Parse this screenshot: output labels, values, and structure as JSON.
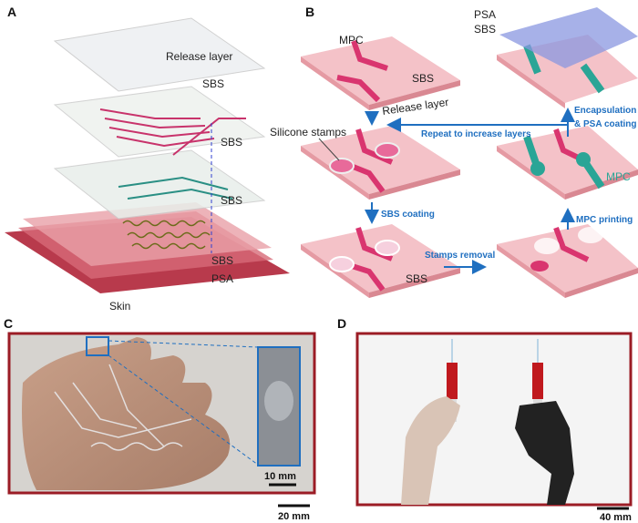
{
  "panels": {
    "a": {
      "label": "A",
      "layers": [
        "Release layer",
        "SBS",
        "SBS",
        "SBS",
        "SBS",
        "PSA",
        "Skin"
      ]
    },
    "b": {
      "label": "B",
      "texts": {
        "mpc_top": "MPC",
        "sbs1": "SBS",
        "release": "Release layer",
        "stamps": "Silicone stamps",
        "sbs_bottom": "SBS",
        "psa": "PSA",
        "sbs_top": "SBS",
        "mpc_green": "MPC"
      },
      "steps": {
        "repeat": "Repeat to increase layers",
        "sbs_coating": "SBS coating",
        "stamps_removal": "Stamps removal",
        "mpc_printing": "MPC printing",
        "encap1": "Encapsulation",
        "encap2": "& PSA coating"
      }
    },
    "c": {
      "label": "C",
      "inset_scale": "10 mm",
      "scale": "20 mm"
    },
    "d": {
      "label": "D",
      "scale": "40 mm"
    }
  },
  "colors": {
    "pink": "#f4c2c8",
    "magenta": "#d9356f",
    "teal": "#2aa596",
    "arrow": "#1f6fc0",
    "frame": "#9b1c25"
  }
}
